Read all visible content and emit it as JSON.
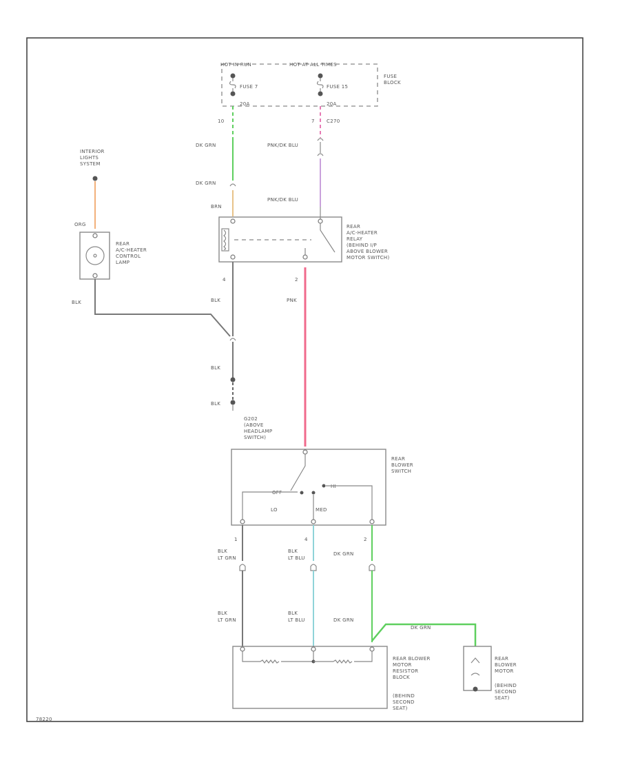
{
  "fuse_block": {
    "hot_run_label": "HOT IN RUN",
    "hot_all_label": "HOT AT ALL TIMES",
    "block_label": [
      "FUSE",
      "BLOCK"
    ],
    "fuse1_label": "FUSE 7",
    "fuse1_rating": "20A",
    "fuse2_label": "FUSE 15",
    "fuse2_rating": "20A",
    "fuse1_pin": "10",
    "fuse2_pin": "7",
    "fuse2_connector": "C270"
  },
  "wires": {
    "dk_grn_1": "DK GRN",
    "dk_grn_2": "DK GRN",
    "pnk_blu_1": "PNK/DK BLU",
    "pnk_blu_2": "PNK/DK BLU",
    "brn": "BRN",
    "org": "ORG",
    "blk_lamp": "BLK",
    "blk_relay": "BLK",
    "blk_2": "BLK",
    "blk_3": "BLK",
    "pnk": "PNK",
    "relay_pin_1": "4",
    "relay_pin_2": "2",
    "switch_pin_1": "1",
    "switch_pin_2": "4",
    "switch_pin_3": "2",
    "blk_lt_grn_1": [
      "BLK",
      "LT GRN"
    ],
    "blk_lt_blu_1": [
      "BLK",
      "LT BLU"
    ],
    "dk_grn_3": "DK GRN",
    "blk_lt_grn_2": [
      "BLK",
      "LT GRN"
    ],
    "blk_lt_blu_2": [
      "BLK",
      "LT BLU"
    ],
    "dk_grn_4": "DK GRN",
    "dk_grn_motor": "DK GRN"
  },
  "interior_lights": [
    "INTERIOR",
    "LIGHTS",
    "SYSTEM"
  ],
  "control_lamp": [
    "REAR",
    "A/C-HEATER",
    "CONTROL",
    "LAMP"
  ],
  "relay": [
    "REAR",
    "A/C-HEATER",
    "RELAY",
    "(BEHIND I/P",
    "ABOVE BLOWER",
    "MOTOR SWITCH)"
  ],
  "ground": [
    "G202",
    "(ABOVE",
    "HEADLAMP",
    "SWITCH)"
  ],
  "blower_switch": {
    "label": [
      "REAR",
      "BLOWER",
      "SWITCH"
    ],
    "off": "OFF",
    "hi": "HI",
    "lo": "LO",
    "med": "MED"
  },
  "resistor_block": [
    "REAR BLOWER",
    "MOTOR",
    "RESISTOR",
    "BLOCK",
    "(BEHIND",
    "SECOND",
    "SEAT)"
  ],
  "motor": [
    "REAR",
    "BLOWER",
    "MOTOR",
    "(BEHIND",
    "SECOND",
    "SEAT)"
  ],
  "figure_id": "78220",
  "colors": {
    "green": "#5ecf5e",
    "violet": "#c9a1dc",
    "orange": "#f2b07a",
    "tan": "#e8c288",
    "pink": "#f06a8c",
    "light_blue": "#8fd3d8",
    "pink_dash": "#e67ab4",
    "line": "#777777"
  }
}
